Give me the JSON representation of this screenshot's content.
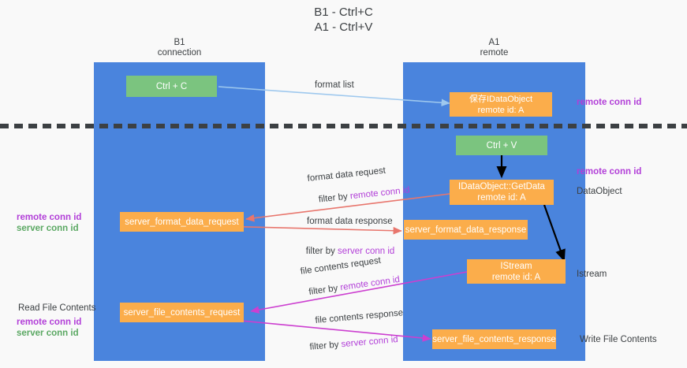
{
  "title": "B1 - Ctrl+C\nA1 - Ctrl+V",
  "columns": [
    {
      "name": "B1",
      "sub": "connection",
      "label": "B1\nconnection"
    },
    {
      "name": "A1",
      "sub": "remote",
      "label": "A1\nremote"
    }
  ],
  "boxes": {
    "ctrl_c": "Ctrl + C",
    "ctrl_v": "Ctrl + V",
    "save_idataobject": "保存IDataObject\nremote id: A",
    "idataobject_getdata": "IDataObject::GetData\nremote id: A",
    "istream": "IStream\nremote id: A",
    "server_format_data_request": "server_format_data_request",
    "server_format_data_response": "server_format_data_response",
    "server_file_contents_request": "server_file_contents_request",
    "server_file_contents_response": "server_file_contents_response"
  },
  "edge_labels": {
    "format_list": "format list",
    "format_data_request": "format data request",
    "format_data_request_filter_prefix": "filter by ",
    "format_data_request_filter_value": "remote conn id",
    "format_data_response": "format data response",
    "format_data_response_filter_prefix": "filter by ",
    "format_data_response_filter_value": "server conn id",
    "file_contents_request": "file contents request",
    "file_contents_request_filter_prefix": "filter by ",
    "file_contents_request_filter_value": "remote conn id",
    "file_contents_response": "file contents response",
    "file_contents_response_filter_prefix": "filter by ",
    "file_contents_response_filter_value": "server conn id"
  },
  "left_annotations": {
    "remote_conn_id": "remote conn id",
    "server_conn_id": "server conn id",
    "read_file_contents": "Read File Contents",
    "remote_conn_id_2": "remote conn id",
    "server_conn_id_2": "server conn id"
  },
  "right_annotations": {
    "remote_conn_id_top": "remote conn id",
    "remote_conn_id_mid": "remote conn id",
    "dataobject": "DataObject",
    "istream": "Istream",
    "write_file_contents": "Write File Contents"
  },
  "colors": {
    "lane": "#4a84dd",
    "green_box": "#7bc47f",
    "orange_box": "#fbad4b",
    "purple_text": "#b23fd8",
    "green_text": "#5ba863",
    "red_arrow": "#e8766d",
    "magenta_arrow": "#cc3fd0",
    "blue_arrow": "#9ec8ee",
    "black_arrow": "#000000",
    "background": "#f9f9f9"
  }
}
